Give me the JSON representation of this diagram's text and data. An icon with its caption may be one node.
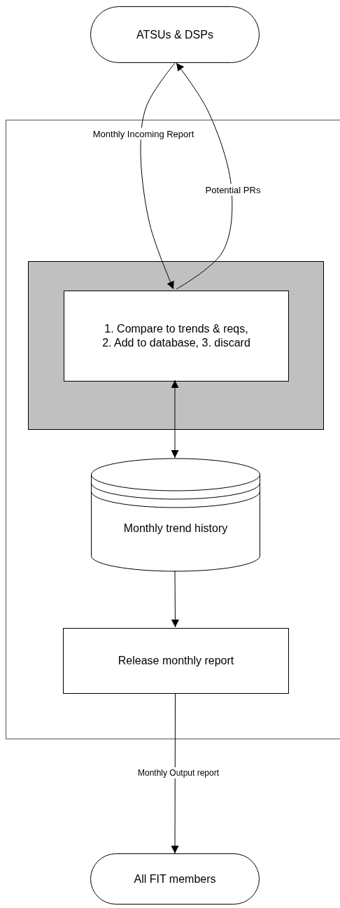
{
  "diagram": {
    "nodes": [
      {
        "text": [
          "ATSUs & DSPs"
        ]
      },
      {
        "text": [],
        "shape": "box"
      },
      {
        "text": [],
        "shape": "box",
        "in": 1
      },
      {
        "text": [
          "1. Compare to trends & reqs, 2. Add to database, 3. discard"
        ],
        "in": 2
      },
      {
        "text": [
          "Monthly trend history"
        ],
        "in": 1
      },
      {
        "text": [
          "Release monthly report"
        ],
        "in": 1
      },
      {
        "text": [
          "All FIT members"
        ]
      }
    ],
    "edges": [
      {
        "from": 0,
        "to": 3,
        "arrow": "to",
        "label": "Monthly Incoming Report"
      },
      {
        "from": 3,
        "to": 0,
        "arrow": "to",
        "label": "Potential PRs"
      },
      {
        "from": 3,
        "to": 4,
        "arrow": "both"
      },
      {
        "from": 4,
        "to": 5,
        "arrow": "to"
      },
      {
        "from": 5,
        "to": 6,
        "arrow": "to",
        "label": "Monthly Output report"
      }
    ]
  }
}
